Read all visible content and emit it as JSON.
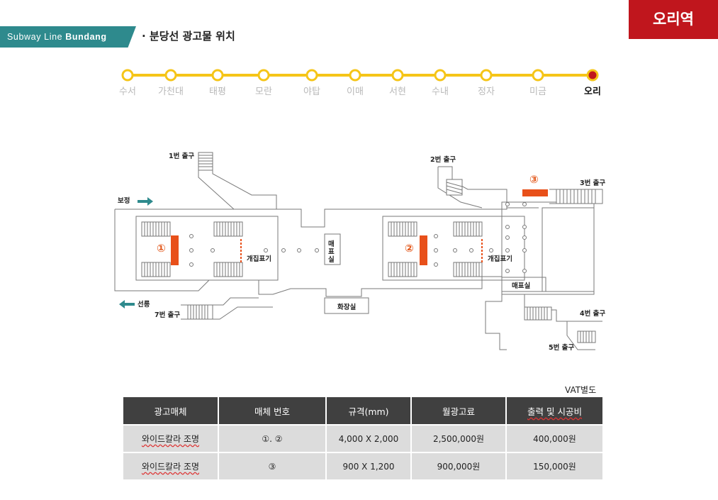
{
  "header": {
    "line_tag_prefix": "Subway Line",
    "line_tag_name": "Bundang",
    "page_title": "· 분당선 광고물 위치",
    "station_badge": "오리역"
  },
  "route": {
    "line_color": "#f5c518",
    "current_color": "#c0161d",
    "stations": [
      "수서",
      "가천대",
      "태평",
      "모란",
      "야탑",
      "이매",
      "서현",
      "수내",
      "정자",
      "미금",
      "오리"
    ],
    "current_index": 10
  },
  "floor_map": {
    "exits": {
      "exit1": "1번 출구",
      "exit2": "2번 출구",
      "exit3": "3번 출구",
      "exit4": "4번 출구",
      "exit5": "5번 출구",
      "exit7": "7번 출구"
    },
    "direction_bojeong": "보정",
    "direction_seolleung": "선릉",
    "ticket_office_vertical_1": "매",
    "ticket_office_vertical_2": "표",
    "ticket_office_vertical_3": "실",
    "ticket_office": "매표실",
    "restroom": "화장실",
    "gate_label_1": "개집표기",
    "gate_label_2": "개집표기",
    "ad_markers": [
      "①",
      "②",
      "③"
    ],
    "ad_color": "#e8501a"
  },
  "pricing": {
    "note": "VAT별도",
    "headers": [
      "광고매체",
      "매체 번호",
      "규격(mm)",
      "월광고료",
      "출력 및 시공비"
    ],
    "rows": [
      [
        "와이드칼라 조명",
        "①. ②",
        "4,000 X 2,000",
        "2,500,000원",
        "400,000원"
      ],
      [
        "와이드칼라 조명",
        "③",
        "900 X 1,200",
        "900,000원",
        "150,000원"
      ]
    ]
  }
}
